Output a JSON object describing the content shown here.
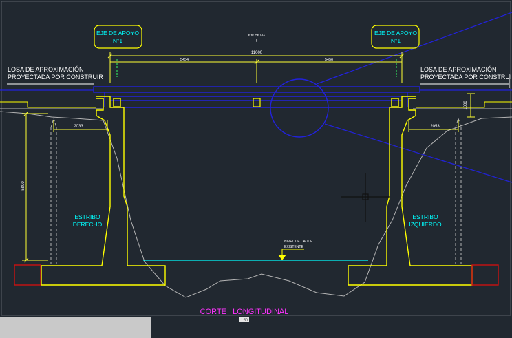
{
  "colors": {
    "background": "#212830",
    "structure": "#ffff00",
    "dimension": "#ffff33",
    "label_cyan": "#00ffff",
    "title_magenta": "#ff33ff",
    "deck_blue": "#2222dd",
    "terrain": "#b4b4b4",
    "text_white": "#ffffff",
    "footing_red": "#cc1111"
  },
  "labels": {
    "axis_left_line1": "EJE DE APOYO",
    "axis_left_line2": "N°1",
    "axis_right_line1": "EJE DE APOYO",
    "axis_right_line2": "N°1",
    "axis_center_line1": "EJE DE VIA",
    "axis_center_line2": "ℓ",
    "dim_total": "11000",
    "dim_left_half": "5454",
    "dim_right_half": "5456",
    "slab_left_line1": "LOSA DE APROXIMACIÓN",
    "slab_left_line2": "PROYECTADA POR CONSTRUIR",
    "slab_right_line1": "LOSA DE APROXIMACIÓN",
    "slab_right_line2": "PROYECTADA POR CONSTRUIR",
    "dim_left_footing": "2033",
    "dim_right_footing": "2053",
    "dim_height": "5800",
    "dim_slab_height": "1000",
    "abutment_right_line1": "ESTRIBO",
    "abutment_right_line2": "DERECHO",
    "abutment_left_line1": "ESTRIBO",
    "abutment_left_line2": "IZQUIERDO",
    "water_level_line1": "NIVEL DE CAUCE",
    "water_level_line2": "EXISTENTE",
    "section_title": "CORTE   LONGITUDINAL",
    "scale_label": "1:50"
  },
  "icons": {
    "crosshair": "crosshair-cursor-icon",
    "level_marker": "level-triangle-icon",
    "detail_circle": "detail-callout-icon"
  }
}
